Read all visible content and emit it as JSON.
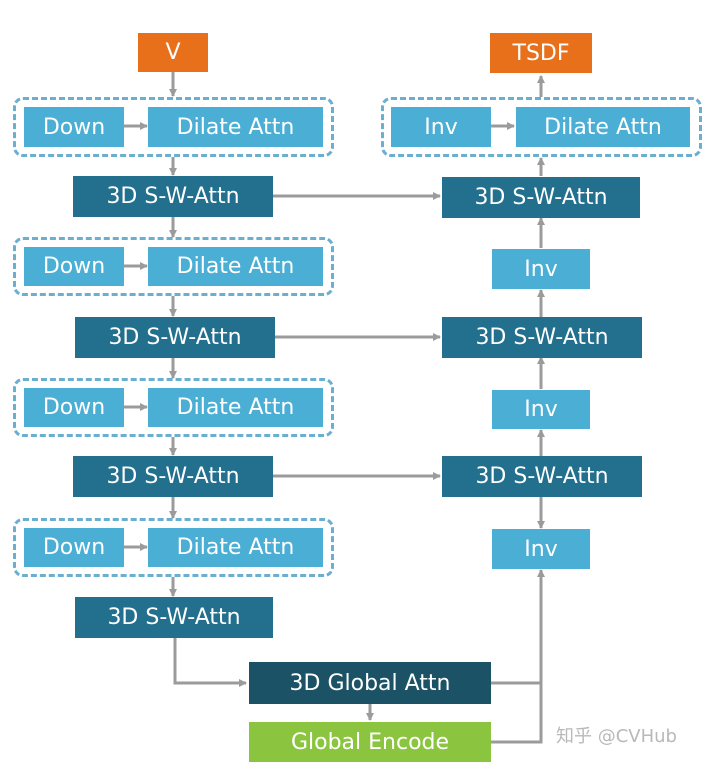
{
  "input_label": "V",
  "output_label": "TSDF",
  "encoder": {
    "down_label": "Down",
    "dilate_label": "Dilate Attn",
    "attn_label": "3D S-W-Attn"
  },
  "decoder": {
    "inv_label": "Inv",
    "dilate_label": "Dilate Attn",
    "attn_label": "3D S-W-Attn"
  },
  "global_attn_label": "3D Global Attn",
  "global_encode_label": "Global Encode",
  "watermark": "知乎 @CVHub",
  "colors": {
    "io": "#e8701a",
    "block_light": "#4aaed5",
    "block_dark": "#226f8e",
    "block_darker": "#1c5266",
    "global_encode": "#8bc540",
    "arrow": "#9b9b9b",
    "dashed_border": "#6aaed0"
  }
}
